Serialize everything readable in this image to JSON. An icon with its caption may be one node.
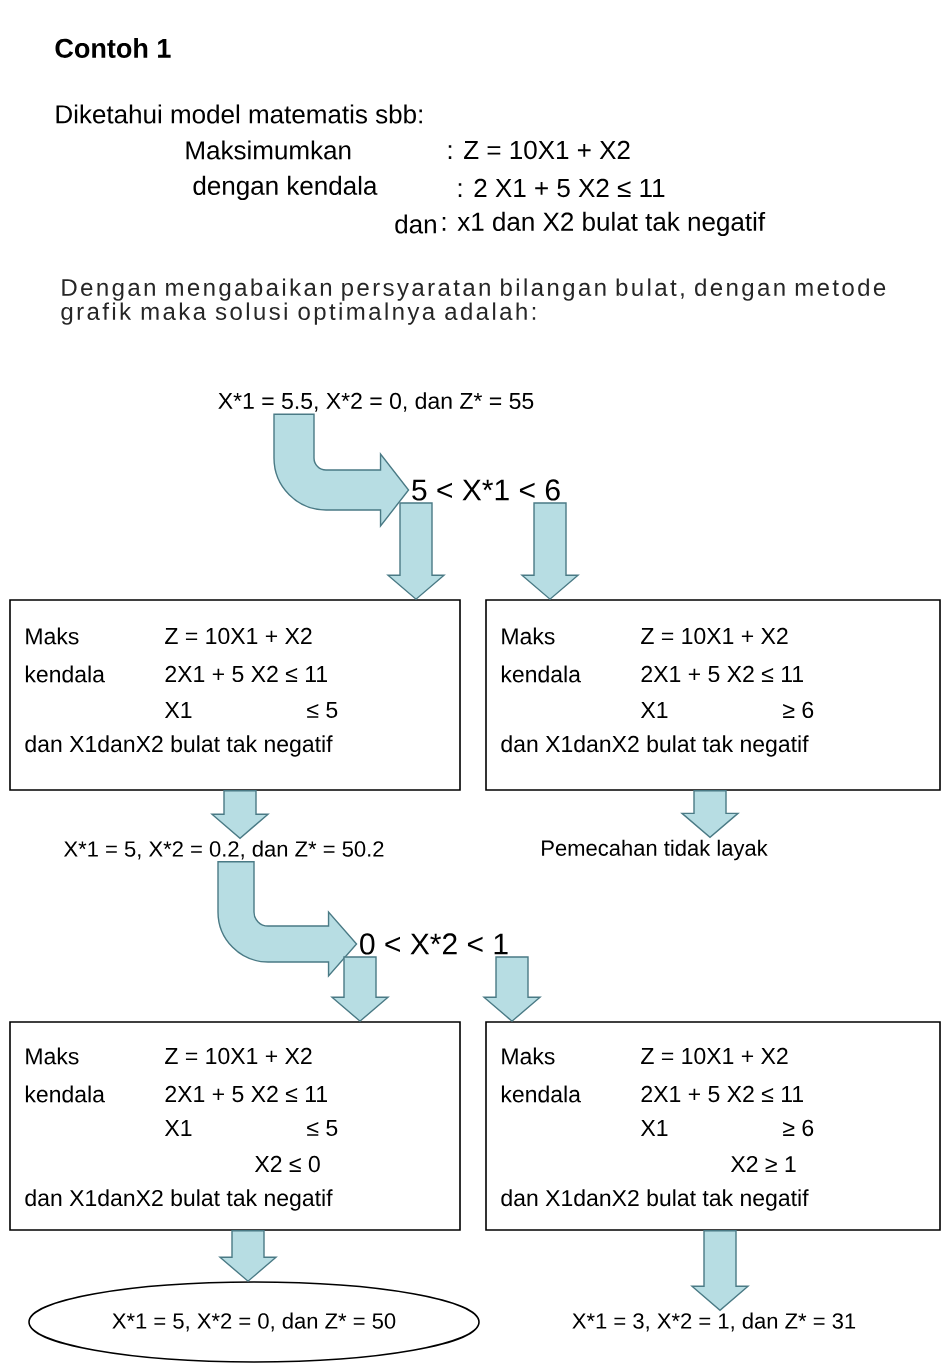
{
  "diagram": {
    "title": "Contoh 1",
    "nodes": [
      {
        "text": [
          "X*1 = 5.5,  X*2 = 0, dan  Z* = 55"
        ]
      },
      {
        "text": [
          "5 < X*1 < 6"
        ]
      },
      {
        "text": [
          "Maks",
          "Z = 10X1 + X2",
          "kendala",
          "2X1 + 5 X2 ≤ 11",
          "X1",
          "≤  5",
          "dan  X1danX2 bulat tak negatif"
        ]
      },
      {
        "text": [
          "Maks",
          "Z = 10X1 + X2",
          "kendala",
          "2X1 + 5 X2 ≤ 11",
          "X1",
          "≥  6",
          "dan  X1danX2 bulat tak negatif"
        ]
      },
      {
        "text": [
          "X*1 = 5,  X*2 = 0.2, dan  Z* = 50.2"
        ]
      },
      {
        "text": [
          "Pemecahan tidak layak"
        ]
      },
      {
        "text": [
          "0 < X*2 < 1"
        ]
      },
      {
        "text": [
          "Maks",
          "Z = 10X1 + X2",
          "kendala",
          "2X1 + 5 X2 ≤ 11",
          "X1",
          "≤  5",
          "X2 ≤  0",
          "dan  X1danX2 bulat tak negatif"
        ]
      },
      {
        "text": [
          "Maks",
          "Z = 10X1 + X2",
          "kendala",
          "2X1 + 5 X2 ≤ 11",
          "X1",
          "≥  6",
          "X2 ≥  1",
          "dan  X1danX2 bulat tak negatif"
        ]
      },
      {
        "text": [
          "X*1 = 5,  X*2 = 0, dan  Z* = 50"
        ]
      },
      {
        "text": [
          "X*1 = 3,  X*2 = 1, dan  Z* = 31"
        ]
      }
    ],
    "edges": [
      {
        "from": 0,
        "to": 1,
        "arrow": "to"
      },
      {
        "from": 1,
        "to": 2,
        "arrow": "to"
      },
      {
        "from": 1,
        "to": 3,
        "arrow": "to"
      },
      {
        "from": 2,
        "to": 4,
        "arrow": "to"
      },
      {
        "from": 3,
        "to": 5,
        "arrow": "to"
      },
      {
        "from": 4,
        "to": 6,
        "arrow": "to"
      },
      {
        "from": 6,
        "to": 7,
        "arrow": "to"
      },
      {
        "from": 6,
        "to": 8,
        "arrow": "to"
      },
      {
        "from": 7,
        "to": 9,
        "arrow": "to"
      },
      {
        "from": 8,
        "to": 10,
        "arrow": "to"
      }
    ],
    "labels": [
      "Diketahui model matematis sbb:",
      "Maksimumkan",
      ": Z = 10X1 + X2",
      "dengan kendala",
      ": 2 X1 + 5 X2 ≤ 11",
      "dan",
      ": x1 dan X2 bulat tak negatif",
      "Dengan mengabaikan persyaratan bilangan bulat, dengan metode grafik maka solusi optimalnya adalah:"
    ]
  }
}
